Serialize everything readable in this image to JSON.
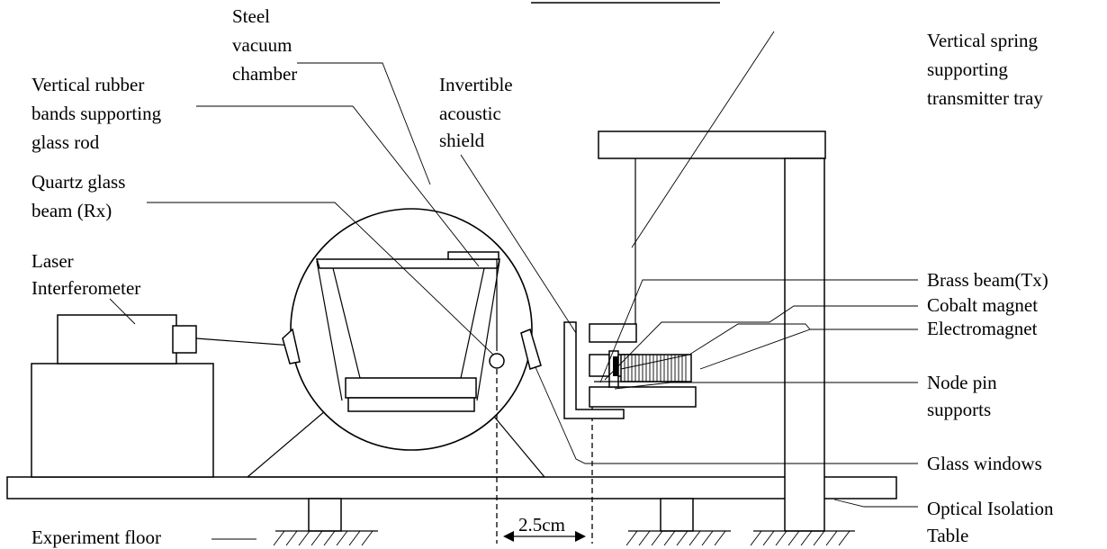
{
  "title_fragment": "",
  "labels": {
    "steel_vacuum_chamber": [
      "Steel",
      "vacuum",
      "chamber"
    ],
    "vertical_rubber_bands": [
      "Vertical rubber",
      "bands supporting",
      "glass rod"
    ],
    "invertible_acoustic_shield": [
      "Invertible",
      "acoustic",
      "shield"
    ],
    "vertical_spring": [
      "Vertical spring",
      "supporting",
      "transmitter tray"
    ],
    "quartz_glass_beam": [
      "Quartz glass",
      "beam (Rx)"
    ],
    "brass_beam": "Brass beam(Tx)",
    "laser_interferometer": [
      "Laser",
      "Interferometer"
    ],
    "cobalt_magnet": "Cobalt magnet",
    "electromagnet": "Electromagnet",
    "node_pin_supports": [
      "Node pin",
      "supports"
    ],
    "glass_windows": "Glass windows",
    "optical_isolation_table": [
      "Optical Isolation",
      "Table"
    ],
    "experiment_floor": "Experiment floor",
    "separation": "2.5cm"
  }
}
